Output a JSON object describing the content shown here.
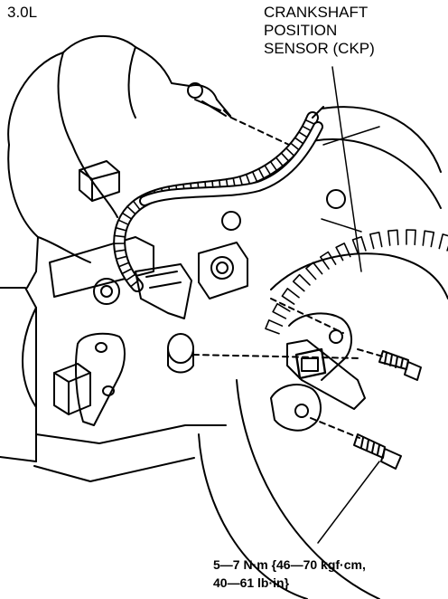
{
  "engine_label": "3.0L",
  "sensor_label": {
    "line1": "CRANKSHAFT",
    "line2": "POSITION",
    "line3": "SENSOR (CKP)"
  },
  "torque_spec": {
    "line1": "5—7 N·m {46—70 kgf·cm,",
    "line2": "40—61 lb·in}"
  },
  "colors": {
    "ink": "#000000",
    "paper": "#ffffff"
  }
}
